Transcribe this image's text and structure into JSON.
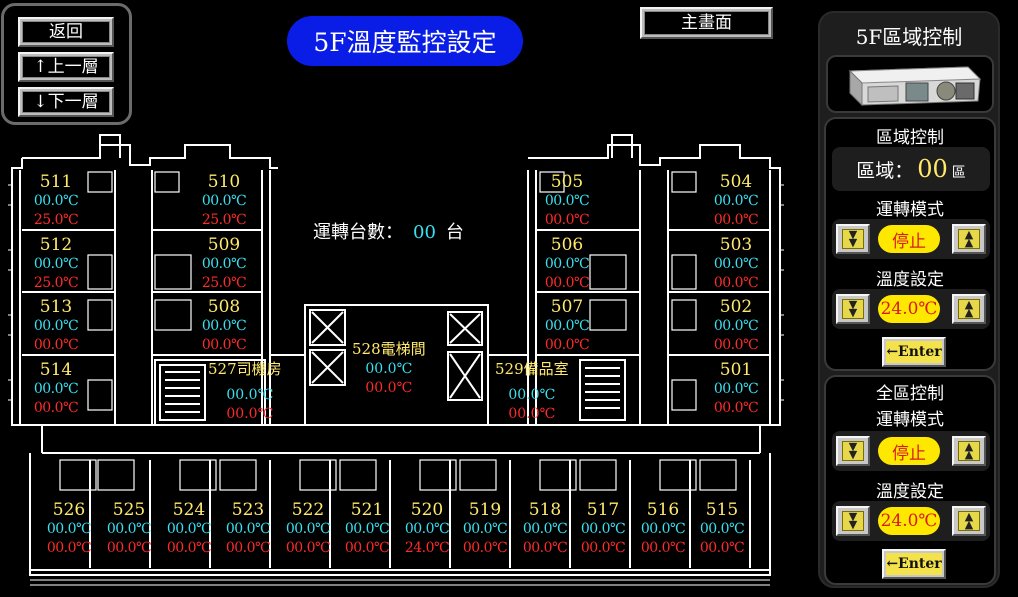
{
  "nav": {
    "back": "返回",
    "up": "↑上一層",
    "down": "↓下一層",
    "main": "主畫面"
  },
  "title": "5F溫度監控設定",
  "running_count": {
    "label": "運轉台數：",
    "value": "00",
    "unit": "台"
  },
  "rooms": [
    {
      "num": "511",
      "cur": "00.0℃",
      "set": "25.0℃"
    },
    {
      "num": "510",
      "cur": "00.0℃",
      "set": "25.0℃"
    },
    {
      "num": "512",
      "cur": "00.0℃",
      "set": "25.0℃"
    },
    {
      "num": "509",
      "cur": "00.0℃",
      "set": "25.0℃"
    },
    {
      "num": "513",
      "cur": "00.0℃",
      "set": "00.0℃"
    },
    {
      "num": "508",
      "cur": "00.0℃",
      "set": "00.0℃"
    },
    {
      "num": "514",
      "cur": "00.0℃",
      "set": "00.0℃"
    },
    {
      "num": "505",
      "cur": "00.0℃",
      "set": "00.0℃"
    },
    {
      "num": "504",
      "cur": "00.0℃",
      "set": "00.0℃"
    },
    {
      "num": "506",
      "cur": "00.0℃",
      "set": "00.0℃"
    },
    {
      "num": "503",
      "cur": "00.0℃",
      "set": "00.0℃"
    },
    {
      "num": "507",
      "cur": "00.0℃",
      "set": "00.0℃"
    },
    {
      "num": "502",
      "cur": "00.0℃",
      "set": "00.0℃"
    },
    {
      "num": "501",
      "cur": "00.0℃",
      "set": "00.0℃"
    },
    {
      "num": "526",
      "cur": "00.0℃",
      "set": "00.0℃"
    },
    {
      "num": "525",
      "cur": "00.0℃",
      "set": "00.0℃"
    },
    {
      "num": "524",
      "cur": "00.0℃",
      "set": "00.0℃"
    },
    {
      "num": "523",
      "cur": "00.0℃",
      "set": "00.0℃"
    },
    {
      "num": "522",
      "cur": "00.0℃",
      "set": "00.0℃"
    },
    {
      "num": "521",
      "cur": "00.0℃",
      "set": "00.0℃"
    },
    {
      "num": "520",
      "cur": "00.0℃",
      "set": "24.0℃"
    },
    {
      "num": "519",
      "cur": "00.0℃",
      "set": "00.0℃"
    },
    {
      "num": "518",
      "cur": "00.0℃",
      "set": "00.0℃"
    },
    {
      "num": "517",
      "cur": "00.0℃",
      "set": "00.0℃"
    },
    {
      "num": "516",
      "cur": "00.0℃",
      "set": "00.0℃"
    },
    {
      "num": "515",
      "cur": "00.0℃",
      "set": "00.0℃"
    }
  ],
  "special": {
    "driver_room": {
      "label": "527司機房",
      "cur": "00.0℃",
      "set": "00.0℃"
    },
    "elevator": {
      "label": "528電梯間",
      "cur": "00.0℃",
      "set": "00.0℃"
    },
    "storage": {
      "label": "529備品室",
      "cur": "00.0℃",
      "set": "00.0℃"
    }
  },
  "control": {
    "title": "5F區域控制",
    "zone": {
      "heading": "區域控制",
      "label": "區域：",
      "value": "00",
      "unit": "區",
      "mode_label": "運轉模式",
      "mode_value": "停止",
      "temp_label": "溫度設定",
      "temp_value": "24.0℃",
      "enter": "←Enter"
    },
    "all": {
      "heading": "全區控制",
      "mode_label": "運轉模式",
      "mode_value": "停止",
      "temp_label": "溫度設定",
      "temp_value": "24.0℃",
      "enter": "←Enter"
    }
  },
  "icons": {
    "down": "double-down-arrow-icon",
    "up": "double-up-arrow-icon",
    "unit": "ac-unit-icon"
  },
  "colors": {
    "title_bg": "#0a1de6",
    "room_number": "#ffe96b",
    "current_temp": "#38e0f0",
    "set_temp": "#ff2a2a",
    "pill": "#ffe800"
  }
}
